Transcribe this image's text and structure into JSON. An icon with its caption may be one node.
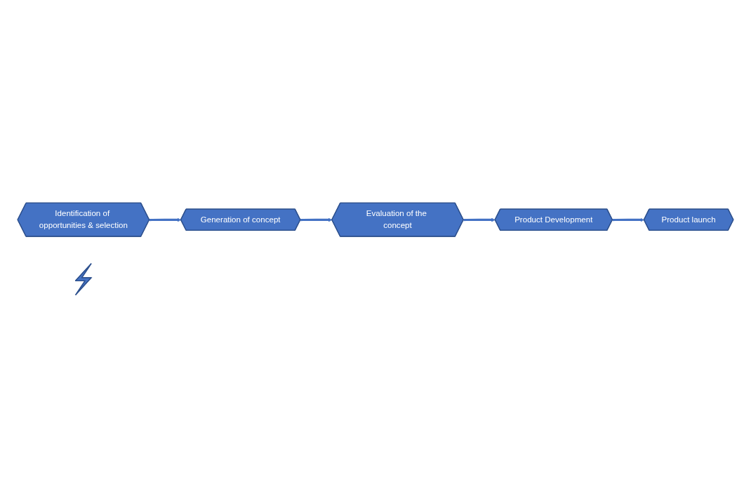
{
  "diagram": {
    "nodes": [
      {
        "text": [
          "Identification of opportunities & selection"
        ]
      },
      {
        "text": [
          "Generation of concept"
        ]
      },
      {
        "text": [
          "Evaluation of the concept"
        ]
      },
      {
        "text": [
          "Product Development"
        ]
      },
      {
        "text": [
          "Product launch"
        ]
      },
      {
        "text": [],
        "shape": "lightning"
      }
    ],
    "edges": [
      {
        "from": 0,
        "to": 1,
        "arrow": "to"
      },
      {
        "from": 1,
        "to": 2,
        "arrow": "to"
      },
      {
        "from": 2,
        "to": 3,
        "arrow": "to"
      },
      {
        "from": 3,
        "to": 4,
        "arrow": "to"
      }
    ]
  }
}
